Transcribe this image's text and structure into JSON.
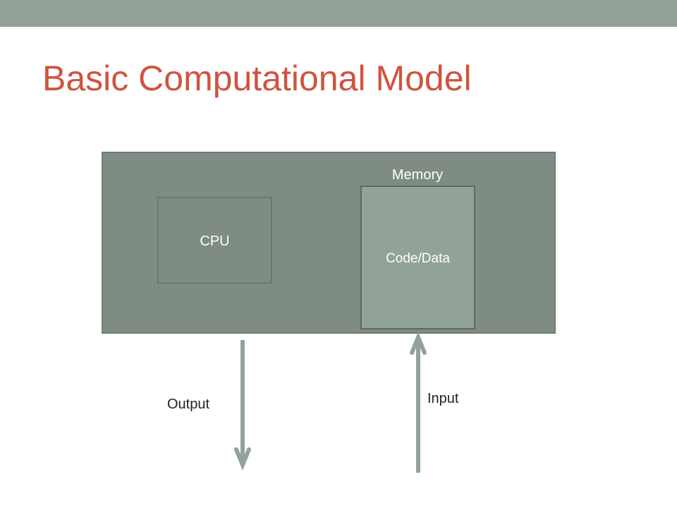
{
  "slide": {
    "title": "Basic Computational Model"
  },
  "diagram": {
    "cpu_label": "CPU",
    "memory_label": "Memory",
    "code_data_label": "Code/Data",
    "output_label": "Output",
    "input_label": "Input"
  },
  "colors": {
    "title": "#cf543f",
    "band": "#93a299",
    "system_box": "#7e8c83",
    "memory_box": "#93a299",
    "arrow": "#93a299"
  }
}
